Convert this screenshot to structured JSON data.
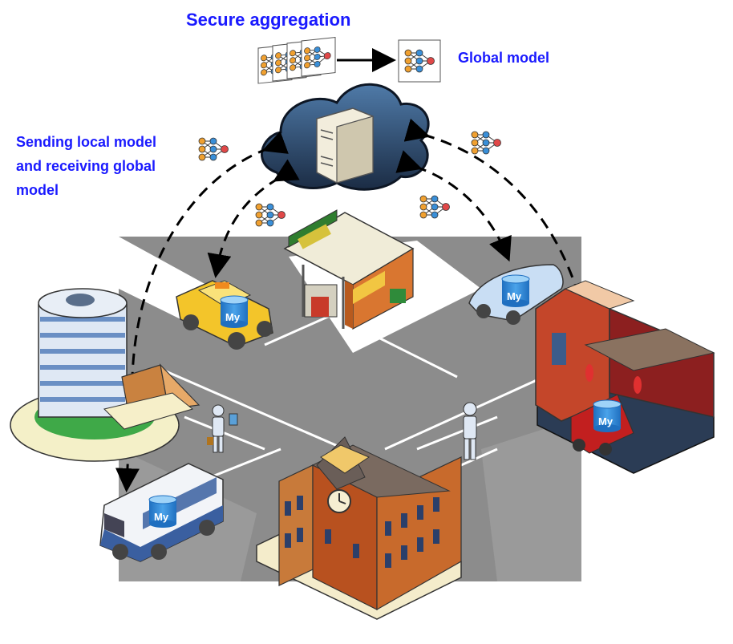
{
  "labels": {
    "secure_aggregation": "Secure aggregation",
    "global_model": "Global model",
    "sending_local_line1": "Sending local model",
    "sending_local_line2": "and receiving global",
    "sending_local_line3": "model"
  },
  "db_badge_text": "My",
  "icons": {
    "server": "server-icon",
    "cloud": "cloud-icon",
    "neural_net": "neural-network-icon",
    "database": "mysql-database-icon"
  },
  "colors": {
    "label_blue": "#1a1aff",
    "road_gray": "#8c8c8c",
    "cloud_dark": "#1f3550",
    "db_blue": "#2a7fd0",
    "node_orange": "#f0a030",
    "node_blue": "#3a8fd8",
    "node_red": "#e04848"
  }
}
